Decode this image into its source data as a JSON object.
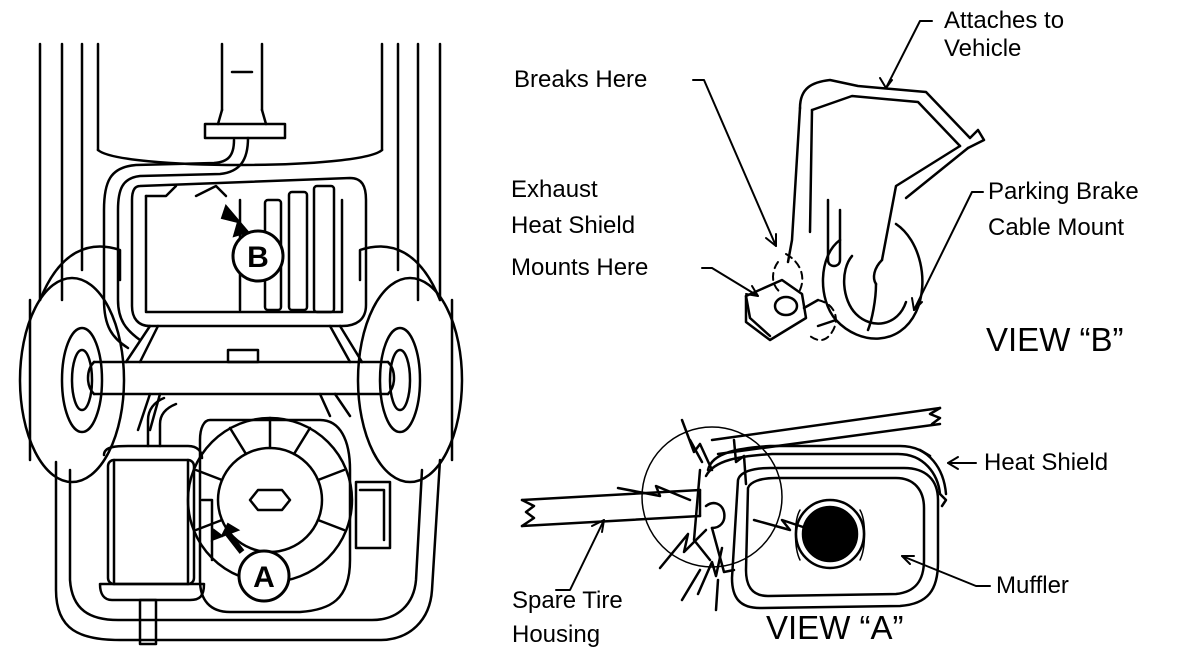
{
  "diagram": {
    "callouts": {
      "a": "A",
      "b": "B"
    },
    "labels": {
      "attaches_line1": "Attaches to",
      "attaches_line2": "Vehicle",
      "breaks_here": "Breaks Here",
      "exhaust_line1": "Exhaust",
      "exhaust_line2": "Heat Shield",
      "exhaust_line3": "Mounts Here",
      "parking_line1": "Parking Brake",
      "parking_line2": "Cable Mount",
      "heat_shield": "Heat Shield",
      "muffler": "Muffler",
      "spare_line1": "Spare Tire",
      "spare_line2": "Housing"
    },
    "views": {
      "view_b": "VIEW “B”",
      "view_a": "VIEW “A”"
    }
  }
}
